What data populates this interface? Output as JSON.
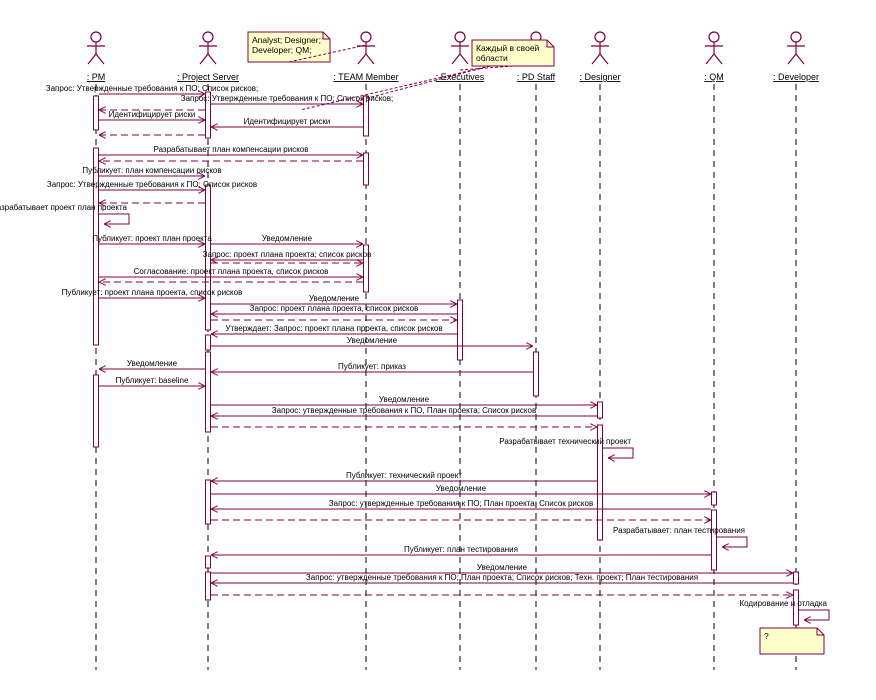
{
  "actors": [
    {
      "id": "pm",
      "label": ": PM"
    },
    {
      "id": "ps",
      "label": ": Project Server"
    },
    {
      "id": "team",
      "label": ": TEAM Member"
    },
    {
      "id": "exec",
      "label": ": Executives"
    },
    {
      "id": "pd",
      "label": ": PD Staff"
    },
    {
      "id": "des",
      "label": ": Designer"
    },
    {
      "id": "qm",
      "label": ": QM"
    },
    {
      "id": "dev",
      "label": ": Developer"
    }
  ],
  "notes": [
    {
      "id": "note-team-roles",
      "lines": [
        "Analyst; Designer;",
        "Developer; QM;"
      ]
    },
    {
      "id": "note-each-area",
      "lines": [
        "Каждый в своей",
        "области"
      ]
    },
    {
      "id": "note-question",
      "lines": [
        "?"
      ]
    }
  ],
  "messages": [
    {
      "from": "pm",
      "to": "ps",
      "label": "Запрос: Утвержденные требования к ПО; Список рисков;",
      "style": "solid"
    },
    {
      "from": "ps",
      "to": "team",
      "label": "Запрос: Утвержденные требования к ПО; Список рисков;",
      "style": "solid"
    },
    {
      "from": "ps",
      "to": "pm",
      "label": "",
      "style": "dashed"
    },
    {
      "from": "pm",
      "to": "ps",
      "label": "Идентифицирует риски",
      "style": "solid"
    },
    {
      "from": "team",
      "to": "ps",
      "label": "Идентифицирует риски",
      "style": "solid"
    },
    {
      "from": "ps",
      "to": "pm",
      "label": "",
      "style": "dashed"
    },
    {
      "from": "pm",
      "to": "team",
      "label": "Разрабатывает план компенсации рисков",
      "style": "solid"
    },
    {
      "from": "team",
      "to": "pm",
      "label": "",
      "style": "dashed"
    },
    {
      "from": "pm",
      "to": "ps",
      "label": "Публикует: план компенсации рисков",
      "style": "solid"
    },
    {
      "from": "pm",
      "to": "ps",
      "label": "Запрос: Утвержденные требования к ПО; Список рисков",
      "style": "solid"
    },
    {
      "from": "ps",
      "to": "pm",
      "label": "",
      "style": "dashed"
    },
    {
      "from": "pm",
      "to": "pm",
      "label": "Разрабатывает проект план проекта",
      "style": "self"
    },
    {
      "from": "pm",
      "to": "ps",
      "label": "Публикует: проект план проекта",
      "style": "solid"
    },
    {
      "from": "ps",
      "to": "team",
      "label": "Уведомление",
      "style": "solid"
    },
    {
      "from": "team",
      "to": "ps",
      "label": "Запрос: проект плана проекта; список рисков",
      "style": "solid"
    },
    {
      "from": "ps",
      "to": "team",
      "label": "",
      "style": "dashed"
    },
    {
      "from": "pm",
      "to": "team",
      "label": "Согласование: проект плана проекта, список рисков",
      "style": "solid"
    },
    {
      "from": "team",
      "to": "pm",
      "label": "",
      "style": "dashed"
    },
    {
      "from": "pm",
      "to": "ps",
      "label": "Публикует: проект плана проекта, список рисков",
      "style": "solid"
    },
    {
      "from": "ps",
      "to": "exec",
      "label": "Уведомление",
      "style": "solid"
    },
    {
      "from": "exec",
      "to": "ps",
      "label": "Запрос: проект плана проекта, список рисков",
      "style": "solid"
    },
    {
      "from": "ps",
      "to": "exec",
      "label": "",
      "style": "dashed"
    },
    {
      "from": "exec",
      "to": "ps",
      "label": "Утверждает: Запрос: проект плана проекта, список рисков",
      "style": "solid"
    },
    {
      "from": "ps",
      "to": "pd",
      "label": "Уведомление",
      "style": "solid"
    },
    {
      "from": "pd",
      "to": "ps",
      "label": "Публикует: приказ",
      "style": "solid"
    },
    {
      "from": "ps",
      "to": "pm",
      "label": "Уведомление",
      "style": "solid"
    },
    {
      "from": "pm",
      "to": "ps",
      "label": "Публикует: baseline",
      "style": "solid"
    },
    {
      "from": "ps",
      "to": "des",
      "label": "Уведомление",
      "style": "solid"
    },
    {
      "from": "des",
      "to": "ps",
      "label": "Запрос: утвержденные требования к ПО, План проекта; Список рисков",
      "style": "solid"
    },
    {
      "from": "ps",
      "to": "des",
      "label": "",
      "style": "dashed"
    },
    {
      "from": "des",
      "to": "des",
      "label": "Разрабатывает технический проект",
      "style": "self"
    },
    {
      "from": "des",
      "to": "ps",
      "label": "Публикует: технический проект",
      "style": "solid"
    },
    {
      "from": "ps",
      "to": "qm",
      "label": "Уведомление",
      "style": "solid"
    },
    {
      "from": "qm",
      "to": "ps",
      "label": "Запрос: утвержденные требования к ПО; План проекта; Список рисков",
      "style": "solid"
    },
    {
      "from": "ps",
      "to": "qm",
      "label": "",
      "style": "dashed"
    },
    {
      "from": "qm",
      "to": "qm",
      "label": "Разрабатывает: план тестирования",
      "style": "self"
    },
    {
      "from": "qm",
      "to": "ps",
      "label": "Публикует: план тестирования",
      "style": "solid"
    },
    {
      "from": "ps",
      "to": "dev",
      "label": "Уведомление",
      "style": "solid"
    },
    {
      "from": "dev",
      "to": "ps",
      "label": "Запрос: утвержденные требования к ПО; План проекта; Список рисков; Техн. проект; План тестирования",
      "style": "solid"
    },
    {
      "from": "ps",
      "to": "dev",
      "label": "",
      "style": "dashed"
    },
    {
      "from": "dev",
      "to": "dev",
      "label": "Кодирование и отладка",
      "style": "self"
    }
  ],
  "colors": {
    "line": "#800040",
    "text": "#000000",
    "note_fill": "#ffffcc",
    "note_stroke": "#800040",
    "lifeline": "#000000"
  }
}
